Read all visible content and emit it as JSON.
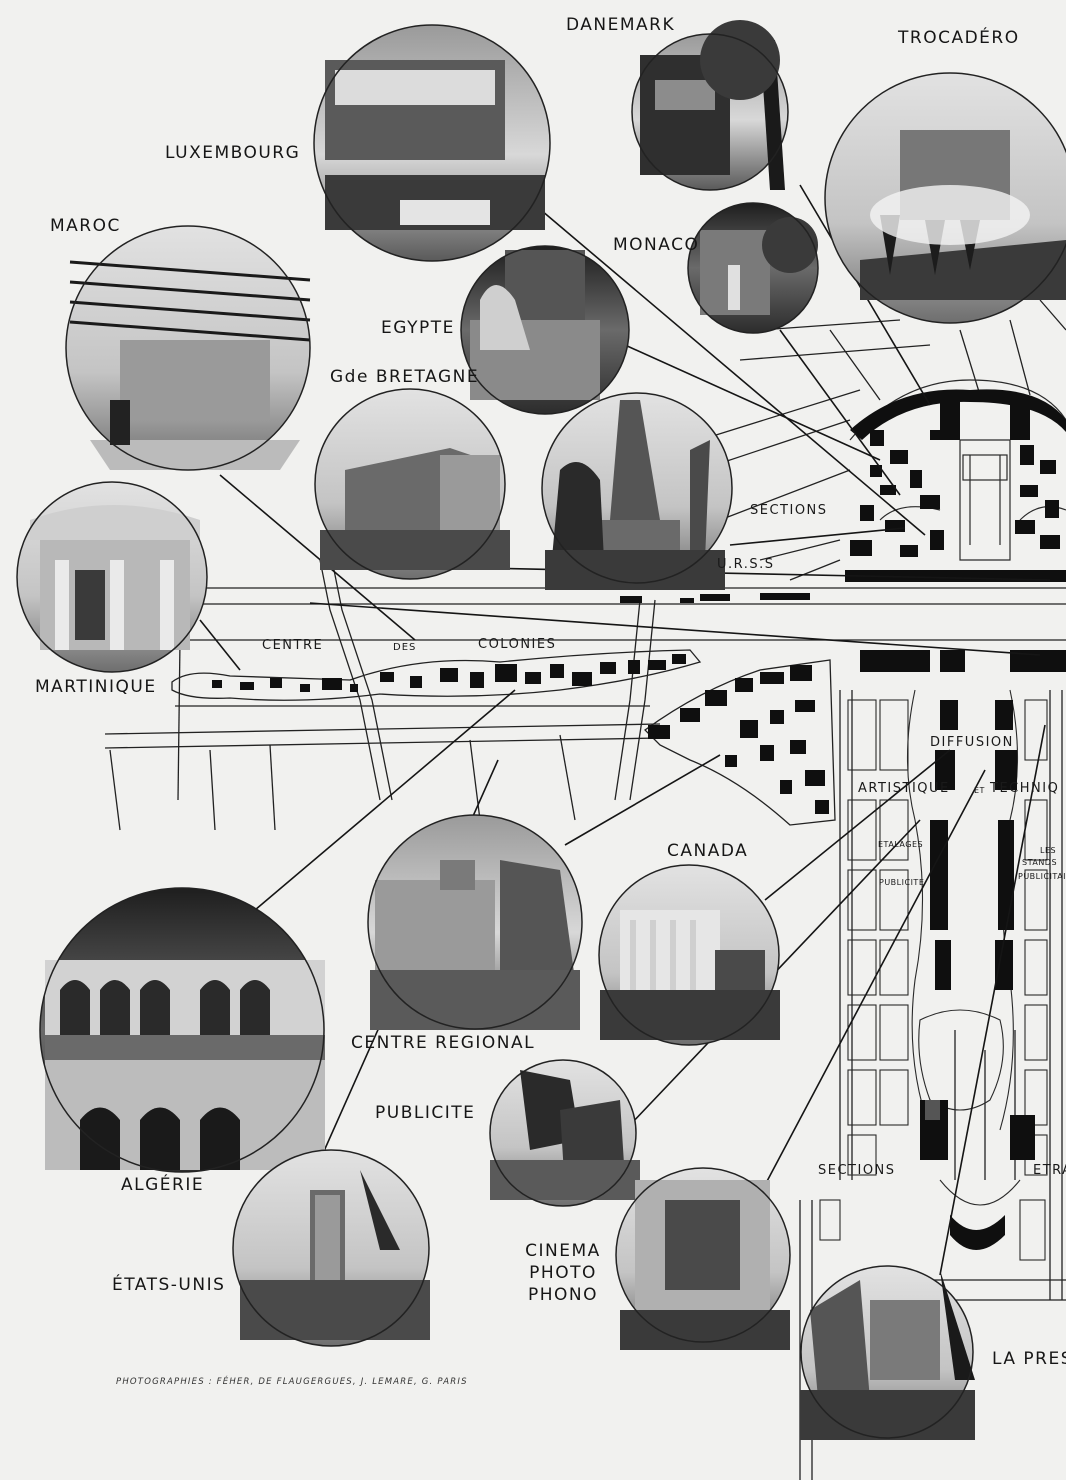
{
  "photo_labels": {
    "danemark": "DANEMARK",
    "trocadero": "TROCADÉRO",
    "luxembourg": "LUXEMBOURG",
    "maroc": "MAROC",
    "monaco": "MONACO",
    "egypte": "EGYPTE",
    "bretagne": "Gde BRETAGNE",
    "martinique": "MARTINIQUE",
    "canada": "CANADA",
    "centre_regional": "CENTRE REGIONAL",
    "publicite": "PUBLICITE",
    "algerie": "ALGÉRIE",
    "etats_unis": "ÉTATS-UNIS",
    "cinema": "CINEMA\nPHOTO\nPHONO",
    "presse": "LA PRES"
  },
  "map_labels": {
    "sections_top": "SECTIONS",
    "urss": "U.R.S.S",
    "centre": "CENTRE",
    "des": "DES",
    "colonies": "COLONIES",
    "diffusion": "DIFFUSION",
    "artistique": "ARTISTIQUE",
    "et": "ET",
    "technique": "TECHNIQ",
    "etalages": "ETALAGES",
    "publicite_small": "PUBLICITE",
    "les": "LES",
    "stands": "STANDS",
    "publicitaires": "PUBLICITAI",
    "sections_bottom": "SECTIONS",
    "etr": "ETRA"
  },
  "credit": "PHOTOGRAPHIES : FÉHER, DE FLAUGERGUES, J. LEMARE, G. PARIS",
  "colors": {
    "paper": "#f1f1ef",
    "ink": "#141414",
    "photo_dark": "#2a2a2a",
    "photo_light": "#bdbdbd"
  }
}
